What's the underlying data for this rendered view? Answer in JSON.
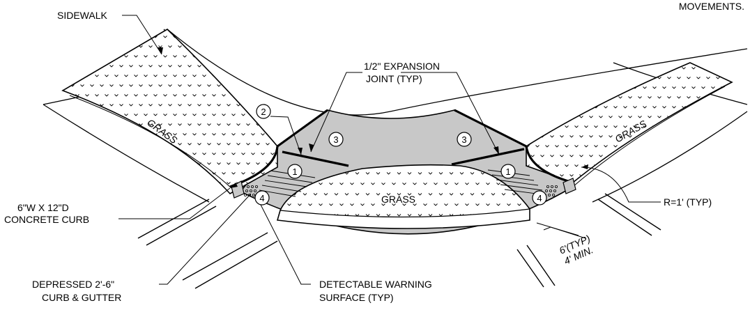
{
  "labels": {
    "movements": "MOVEMENTS.",
    "sidewalk": "SIDEWALK",
    "expansion_line1": "1/2\" EXPANSION",
    "expansion_line2": "JOINT (TYP)",
    "grass_left": "GRASS",
    "grass_center": "GRASS",
    "grass_right": "GRASS",
    "curb_line1": "6\"W X 12\"D",
    "curb_line2": "CONCRETE CURB",
    "radius": "R=1' (TYP)",
    "width_line1": "6'(TYP)",
    "width_line2": "4' MIN.",
    "depressed_line1": "DEPRESSED 2'-6\"",
    "depressed_line2": "CURB & GUTTER",
    "warning_line1": "DETECTABLE WARNING",
    "warning_line2": "SURFACE (TYP)"
  },
  "callouts": {
    "c1_left": "1",
    "c1_right": "1",
    "c2": "2",
    "c3_left": "3",
    "c3_right": "3",
    "c4_left": "4",
    "c4_right": "4"
  },
  "colors": {
    "concrete": "#c8c8c8",
    "ink": "#000000",
    "paper": "#ffffff"
  }
}
